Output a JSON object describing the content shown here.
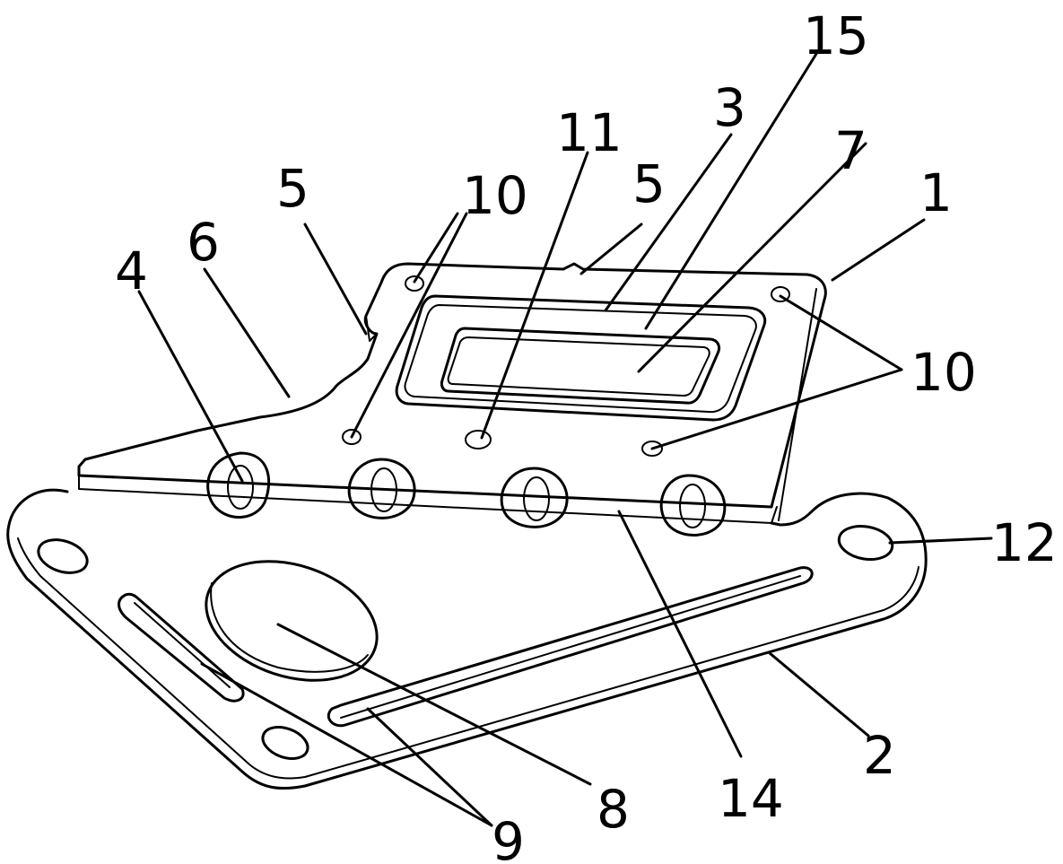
{
  "figure": {
    "callouts": [
      {
        "id": "c15",
        "text": "15"
      },
      {
        "id": "c3",
        "text": "3"
      },
      {
        "id": "c11",
        "text": "11"
      },
      {
        "id": "c7",
        "text": "7"
      },
      {
        "id": "c5a",
        "text": "5"
      },
      {
        "id": "c5b",
        "text": "5"
      },
      {
        "id": "c10a",
        "text": "10"
      },
      {
        "id": "c1",
        "text": "1"
      },
      {
        "id": "c6",
        "text": "6"
      },
      {
        "id": "c4",
        "text": "4"
      },
      {
        "id": "c10b",
        "text": "10"
      },
      {
        "id": "c12",
        "text": "12"
      },
      {
        "id": "c2",
        "text": "2"
      },
      {
        "id": "c14",
        "text": "14"
      },
      {
        "id": "c8",
        "text": "8"
      },
      {
        "id": "c9",
        "text": "9"
      }
    ]
  }
}
